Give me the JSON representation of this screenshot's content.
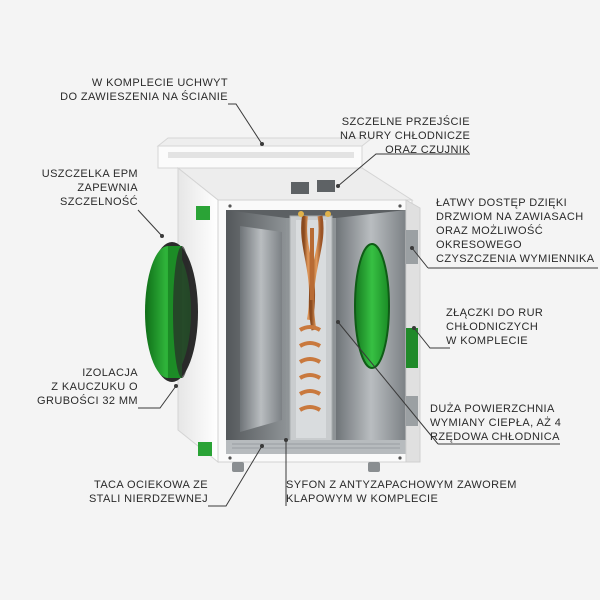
{
  "annotations": {
    "mount": {
      "lines": [
        "W KOMPLECIE UCHWYT",
        "DO ZAWIESZENIA NA ŚCIANIE"
      ]
    },
    "passage": {
      "lines": [
        "SZCZELNE PRZEJŚCIE",
        "NA RURY CHŁODNICZE",
        "ORAZ CZUJNIK"
      ]
    },
    "gasket": {
      "lines": [
        "USZCZELKA EPM",
        "ZAPEWNIA",
        "SZCZELNOŚĆ"
      ]
    },
    "access": {
      "lines": [
        "ŁATWY DOSTĘP DZIĘKI",
        "DRZWIOM NA ZAWIASACH",
        "ORAZ MOŻLIWOŚĆ",
        "OKRESOWEGO",
        "CZYSZCZENIA WYMIENNIKA"
      ]
    },
    "connectors": {
      "lines": [
        "ZŁĄCZKI DO RUR",
        "CHŁODNICZYCH",
        "W KOMPLECIE"
      ]
    },
    "insulation": {
      "lines": [
        "IZOLACJA",
        "Z KAUCZUKU O",
        "GRUBOŚCI 32 MM"
      ]
    },
    "surface": {
      "lines": [
        "DUŻA POWIERZCHNIA",
        "WYMIANY CIEPŁA, AŻ 4",
        "RZĘDOWA CHŁODNICA"
      ]
    },
    "tray": {
      "lines": [
        "TACA OCIEKOWA ZE",
        "STALI NIERDZEWNEJ"
      ]
    },
    "siphon": {
      "lines": [
        "SYFON Z ANTYZAPACHOWYM ZAWOREM",
        "KLAPOWYM W KOMPLECIE"
      ]
    }
  },
  "colors": {
    "background": "#f4f4f4",
    "housing": "#f7f7f7",
    "inner_steel": "#9ea3a6",
    "green": "#1e9a2a",
    "copper": "#c9793e",
    "leader": "#3a3a3a"
  }
}
